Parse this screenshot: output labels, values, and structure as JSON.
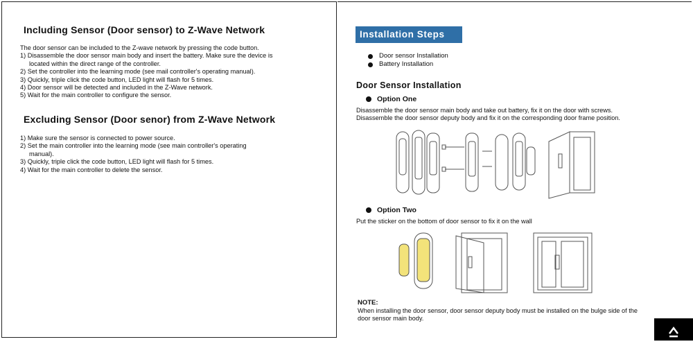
{
  "left_page": {
    "including": {
      "title": "Including Sensor (Door sensor) to Z-Wave Network",
      "intro": "The door sensor can be included to the Z-wave network by pressing the code button.",
      "steps": [
        "1) Disassemble the door sensor main body and insert the battery. Make sure the device is",
        "located within the direct range of the controller.",
        "2) Set the controller into the learning mode (see mail controller's operating manual).",
        "3) Quickly, triple click the code button, LED light will flash for 5 times.",
        "4) Door sensor will be detected and included in the Z-Wave network.",
        "5) Wait for the main controller to configure the sensor."
      ]
    },
    "excluding": {
      "title": "Excluding Sensor (Door senor) from Z-Wave Network",
      "steps": [
        "1) Make sure the sensor is connected to power source.",
        "2) Set the main controller into the learning mode (see main controller's operating",
        "manual).",
        "3) Quickly, triple click the code button, LED light will flash for 5 times.",
        "4) Wait for the main controller to delete the sensor."
      ]
    }
  },
  "right_page": {
    "banner": "Installation Steps",
    "bullets": [
      "Door sensor Installation",
      "Battery Installation"
    ],
    "door_heading": "Door Sensor Installation",
    "option_one": {
      "label": "Option One",
      "lines": [
        "Disassemble the door sensor main body and take out battery, fix it on the door with screws.",
        "Disassemble the door sensor deputy body and fix it on the corresponding door frame position."
      ]
    },
    "option_two": {
      "label": "Option Two",
      "line": "Put the sticker on the bottom of door sensor to fix it on the wall"
    },
    "note": {
      "label": "NOTE:",
      "lines": [
        "When installing the door sensor, door sensor deputy body must be installed on the bulge side of the",
        "door sensor main body."
      ]
    }
  },
  "colors": {
    "banner": "#2f6fa7",
    "sticker": "#f3e37a"
  },
  "icons": [
    "chevron-up-icon"
  ]
}
